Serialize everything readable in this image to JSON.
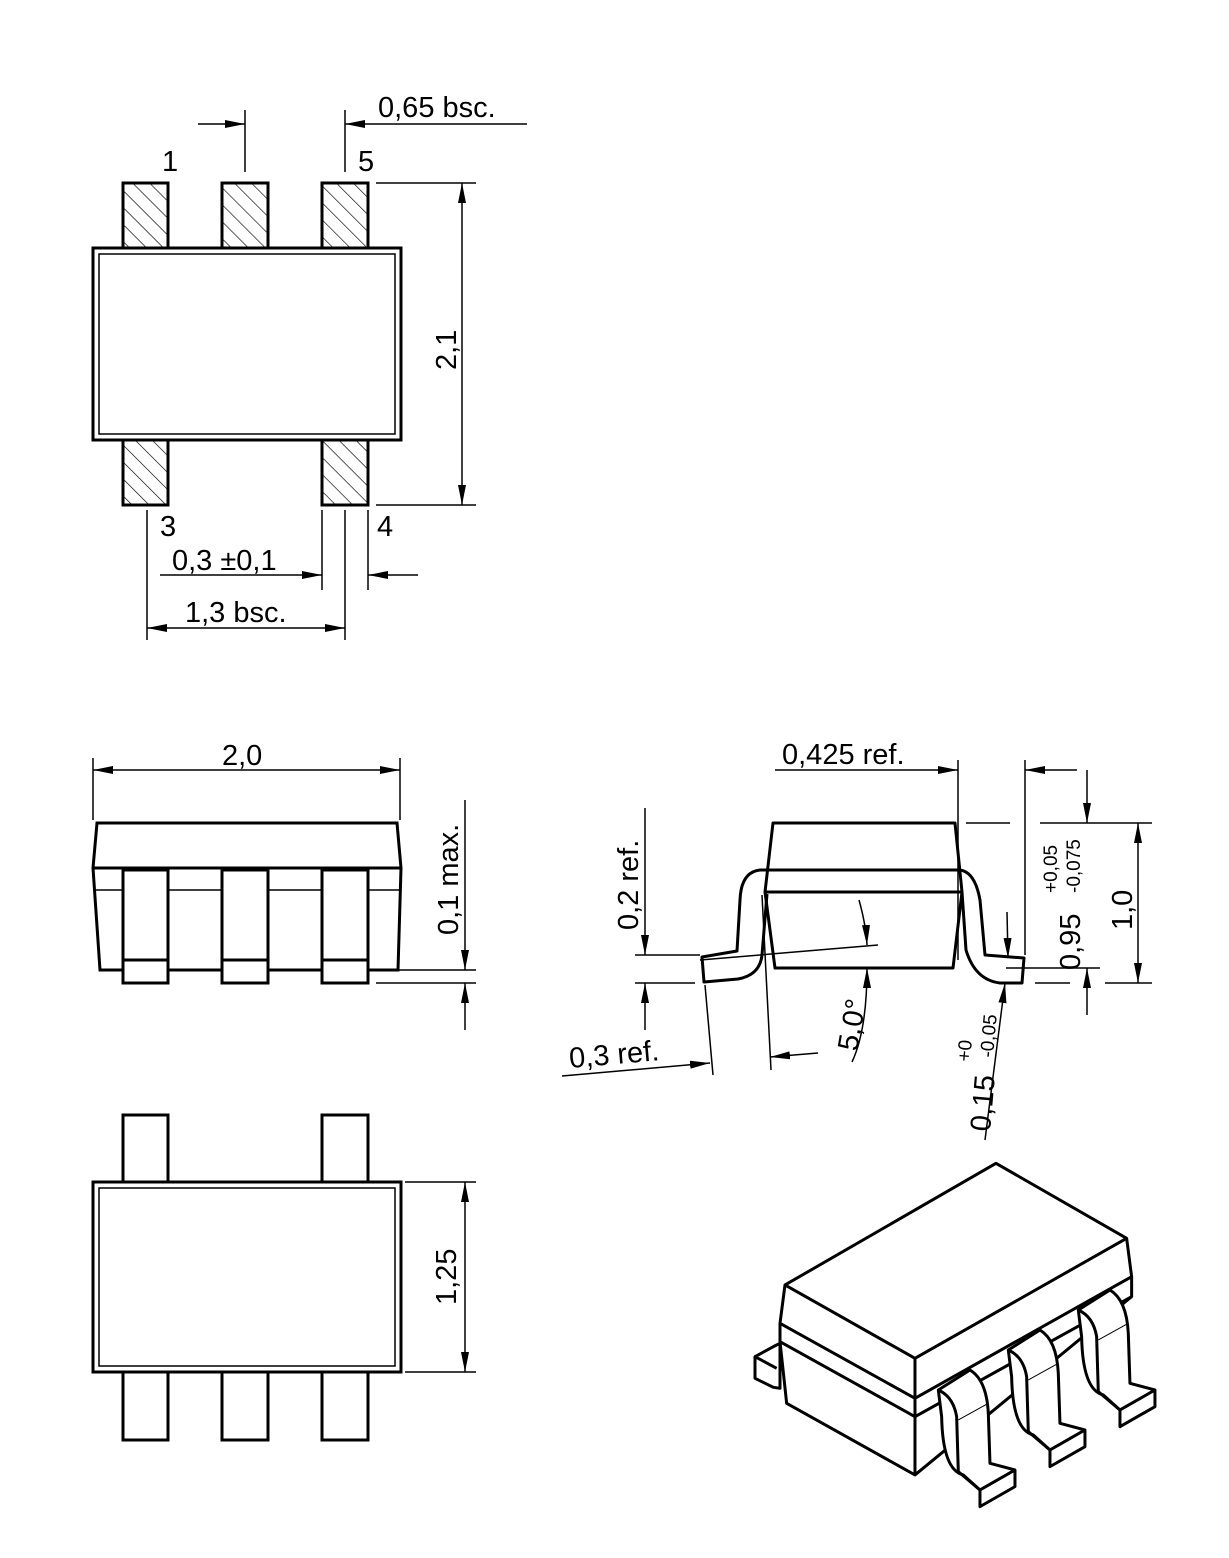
{
  "drawing": {
    "top_view": {
      "pin_labels": [
        "1",
        "3",
        "5",
        "4"
      ],
      "pitch": "0,65  bsc.",
      "length": "2,1",
      "lead_width": "0,3  ±0,1",
      "span": "1,3  bsc."
    },
    "side_view": {
      "width": "2,0",
      "standoff": "0,1  max."
    },
    "bottom_view": {
      "body_width": "1,25"
    },
    "end_view": {
      "lead_offset": "0,425  ref.",
      "lead_height": "0,2  ref.",
      "foot_length": "0,3  ref.",
      "angle": "5,0°",
      "body_height": "0,95",
      "body_height_tol_plus": "+0,05",
      "body_height_tol_minus": "-0,075",
      "total_height": "1,0",
      "lead_thickness": "0,15",
      "lead_thickness_tol_plus": "+0",
      "lead_thickness_tol_minus": "-0,05"
    },
    "isometric_view": {}
  }
}
